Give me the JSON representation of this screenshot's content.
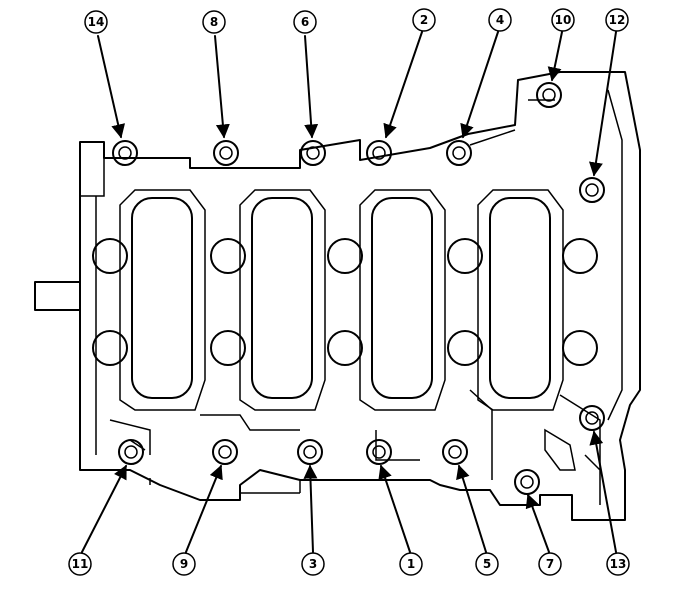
{
  "bolt_labels": {
    "b1": "1",
    "b2": "2",
    "b3": "3",
    "b4": "4",
    "b5": "5",
    "b6": "6",
    "b7": "7",
    "b8": "8",
    "b9": "9",
    "b10": "10",
    "b11": "11",
    "b12": "12",
    "b13": "13",
    "b14": "14"
  }
}
